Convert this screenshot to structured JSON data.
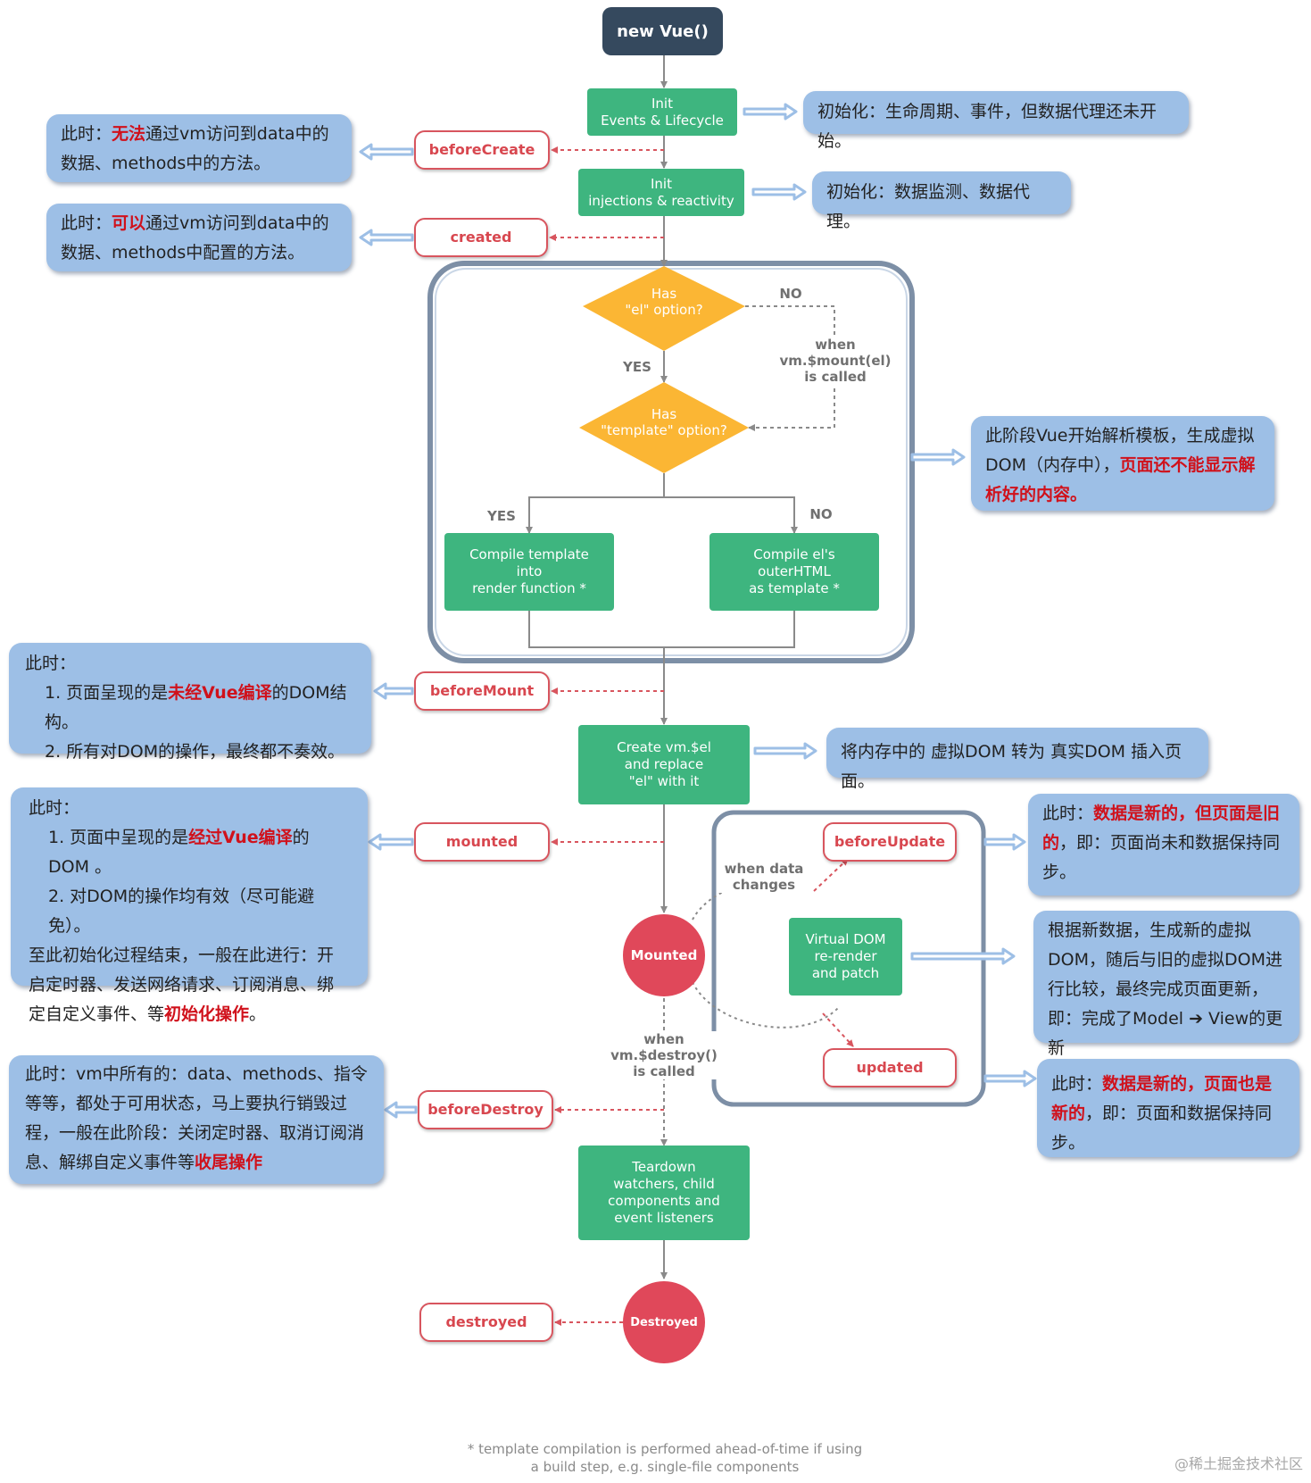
{
  "colors": {
    "green": "#3eb57f",
    "orange": "#fbb634",
    "red": "#e0485a",
    "note_blue": "#9dbfe6",
    "dark": "#35495e",
    "highlight_red": "#d0111b"
  },
  "start": {
    "label": "new Vue()"
  },
  "steps": {
    "init_events": "Init\nEvents & Lifecycle",
    "init_injections": "Init\ninjections & reactivity",
    "compile_template": "Compile template\ninto\nrender function *",
    "compile_el": "Compile el's\nouterHTML\nas template *",
    "create_el": "Create vm.$el\nand replace\n\"el\" with it",
    "virtual_dom": "Virtual DOM\nre-render\nand patch",
    "teardown": "Teardown\nwatchers, child\ncomponents and\nevent listeners"
  },
  "decisions": {
    "has_el": "Has\n\"el\" option?",
    "has_template": "Has\n\"template\" option?"
  },
  "labels": {
    "no1": "NO",
    "yes1": "YES",
    "yes2": "YES",
    "no2": "NO",
    "when_mount": "when\nvm.$mount(el)\nis called",
    "when_data": "when data\nchanges",
    "when_destroy": "when\nvm.$destroy()\nis called"
  },
  "hooks": {
    "beforeCreate": "beforeCreate",
    "created": "created",
    "beforeMount": "beforeMount",
    "mounted": "mounted",
    "beforeUpdate": "beforeUpdate",
    "updated": "updated",
    "beforeDestroy": "beforeDestroy",
    "destroyed": "destroyed"
  },
  "states": {
    "mounted": "Mounted",
    "destroyed": "Destroyed"
  },
  "notes": {
    "beforeCreate": {
      "pre": "此时：",
      "red": "无法",
      "post": "通过vm访问到data中的数据、methods中的方法。"
    },
    "created": {
      "pre": "此时：",
      "red": "可以",
      "post": "通过vm访问到data中的数据、methods中配置的方法。"
    },
    "init_events": "初始化：生命周期、事件，但数据代理还未开始。",
    "init_injections": "初始化：数据监测、数据代理。",
    "compile": {
      "pre": "此阶段Vue开始解析模板，生成虚拟DOM（内存中），",
      "red": "页面还不能显示解析好的内容。"
    },
    "beforeMount": {
      "head": "此时：",
      "l1_pre": "1. 页面呈现的是",
      "l1_red": "未经Vue编译",
      "l1_post": "的DOM结构。",
      "l2": "2. 所有对DOM的操作，最终都不奏效。"
    },
    "create_el": "将内存中的 虚拟DOM 转为 真实DOM 插入页面。",
    "mounted": {
      "head": "此时：",
      "l1_pre": "1. 页面中呈现的是",
      "l1_red": "经过Vue编译",
      "l1_post": "的DOM 。",
      "l2": "2. 对DOM的操作均有效（尽可能避免）。",
      "l3_pre": "至此初始化过程结束，一般在此进行：开启定时器、发送网络请求、订阅消息、绑定自定义事件、等",
      "l3_red": "初始化操作",
      "l3_post": "。"
    },
    "beforeUpdate": {
      "pre": "此时：",
      "red": "数据是新的，但页面是旧的",
      "post": "，即：页面尚未和数据保持同步。"
    },
    "virtual_dom": "根据新数据，生成新的虚拟DOM，随后与旧的虚拟DOM进行比较，最终完成页面更新，即：完成了Model ➔ View的更新",
    "updated": {
      "pre": "此时：",
      "red": "数据是新的，页面也是新的",
      "post": "，即：页面和数据保持同步。"
    },
    "beforeDestroy": {
      "pre": "此时：vm中所有的：data、methods、指令等等，都处于可用状态，马上要执行销毁过程，一般在此阶段：关闭定时器、取消订阅消息、解绑自定义事件等",
      "red": "收尾操作"
    }
  },
  "footnote": "* template compilation is performed ahead-of-time if using\na build step, e.g. single-file components",
  "watermark": "@稀土掘金技术社区"
}
